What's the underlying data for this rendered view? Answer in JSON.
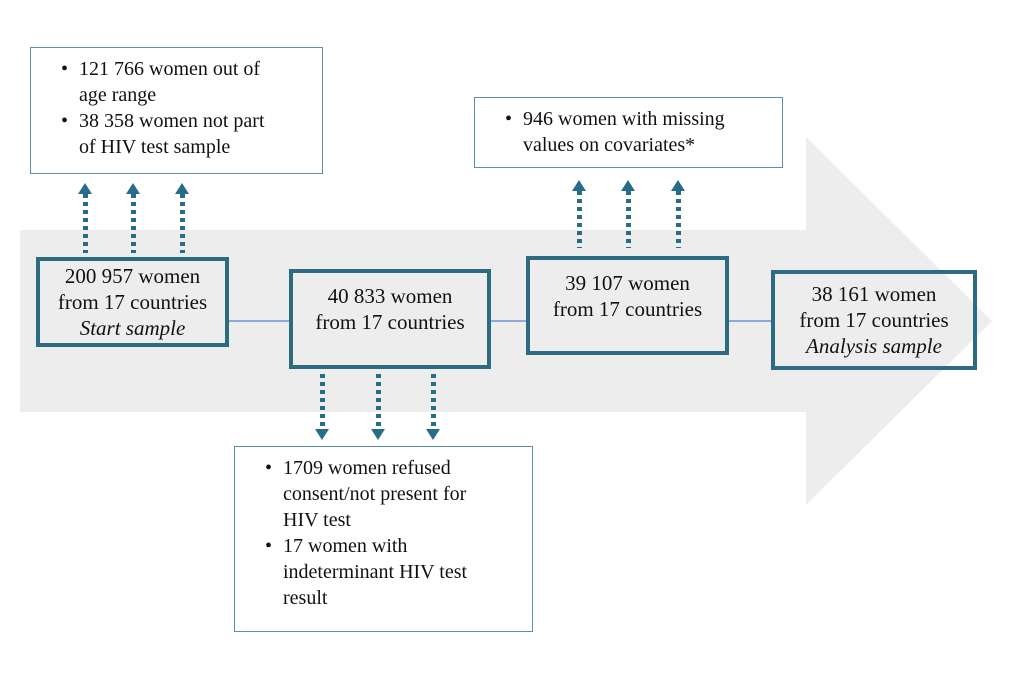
{
  "glyphs": {
    "bullet": "•"
  },
  "colors": {
    "main_box_border": "#2c6b80",
    "exclusion_box_border": "#5b8fab",
    "arrow_fill": "#ededed",
    "dotted_arrow": "#276d89",
    "connector_line": "#8ea9db",
    "text": "#111111"
  },
  "flow": {
    "main_boxes": [
      {
        "line1": "200 957 women",
        "line2": "from 17 countries",
        "note": "Start sample"
      },
      {
        "line1": "40 833 women",
        "line2": "from 17 countries"
      },
      {
        "line1": "39 107 women",
        "line2": "from 17 countries"
      },
      {
        "line1": "38 161 women",
        "line2": "from 17 countries",
        "note": "Analysis sample"
      }
    ],
    "exclusions": {
      "age_hiv_sample": {
        "bullet1": {
          "l1": "121 766 women out of",
          "l2": "age range"
        },
        "bullet2": {
          "l1": "38 358 women not part",
          "l2": "of HIV test sample"
        }
      },
      "covariates": {
        "bullet1": {
          "l1": "946 women with missing",
          "l2": "values on covariates*"
        }
      },
      "consent": {
        "bullet1": {
          "l1": "1709 women refused",
          "l2": "consent/not present for",
          "l3": "HIV test"
        },
        "bullet2": {
          "l1": "17 women with",
          "l2": "indeterminant HIV test",
          "l3": "result"
        }
      }
    }
  }
}
